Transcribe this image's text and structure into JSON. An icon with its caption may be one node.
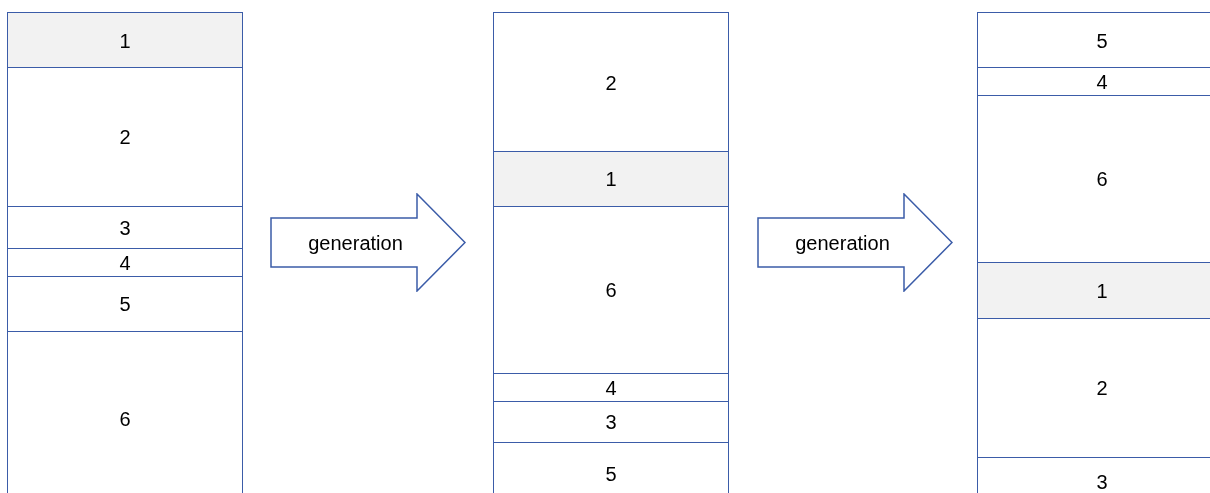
{
  "diagram": {
    "nodes": [
      {
        "text": [
          "1"
        ]
      },
      {
        "text": [
          "2"
        ]
      },
      {
        "text": [
          "3"
        ]
      },
      {
        "text": [
          "4"
        ]
      },
      {
        "text": [
          "5"
        ]
      },
      {
        "text": [
          "6"
        ]
      },
      {
        "text": [
          "generation"
        ]
      },
      {
        "text": [
          "2"
        ]
      },
      {
        "text": [
          "1"
        ]
      },
      {
        "text": [
          "6"
        ]
      },
      {
        "text": [
          "4"
        ]
      },
      {
        "text": [
          "3"
        ]
      },
      {
        "text": [
          "5"
        ]
      },
      {
        "text": [
          "generation"
        ]
      },
      {
        "text": [
          "5"
        ]
      },
      {
        "text": [
          "4"
        ]
      },
      {
        "text": [
          "6"
        ]
      },
      {
        "text": [
          "1"
        ]
      },
      {
        "text": [
          "2"
        ]
      },
      {
        "text": [
          "3"
        ]
      }
    ]
  }
}
